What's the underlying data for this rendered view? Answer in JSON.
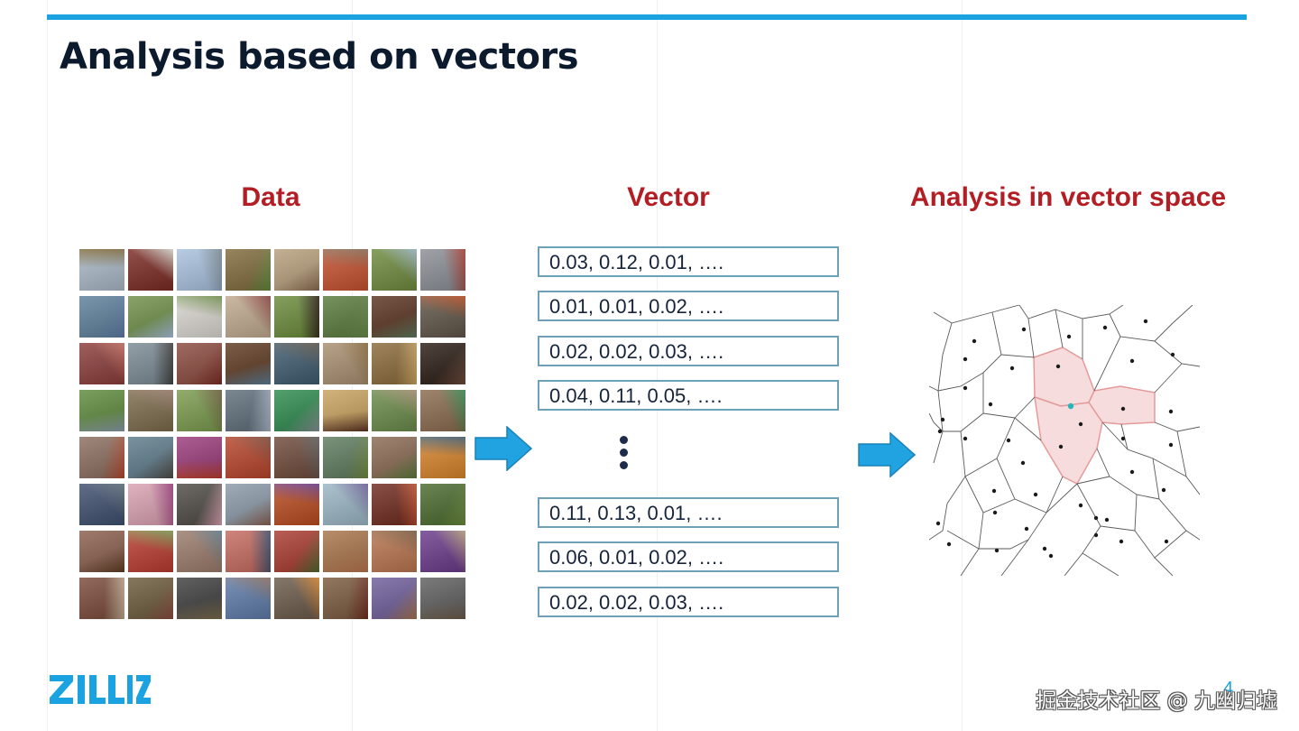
{
  "slide": {
    "title": "Analysis based on vectors",
    "page_number": "4",
    "watermark": "掘金技术社区 @ 九幽归墟",
    "logo_text": "ZILLIZ"
  },
  "columns": {
    "data_heading": "Data",
    "vector_heading": "Vector",
    "analysis_heading": "Analysis in vector space"
  },
  "vectors_top": [
    "0.03, 0.12, 0.01, ….",
    "0.01, 0.01, 0.02, ….",
    "0.02, 0.02, 0.03, ….",
    "0.04, 0.11, 0.05, …."
  ],
  "vectors_bottom": [
    "0.11, 0.13, 0.01, ….",
    "0.06, 0.01, 0.02, ….",
    "0.02, 0.02, 0.03, …."
  ],
  "colors": {
    "accent_bar": "#1aa3e0",
    "heading_red": "#b21e23",
    "vector_border": "#6ea1b8",
    "arrow_blue": "#21a3e2",
    "highlight_cell": "#f6dcdc",
    "highlight_stroke": "#e59a9a",
    "query_point": "#25b6b8"
  },
  "icons": {
    "arrow": "right-arrow-icon",
    "ellipsis": "vertical-ellipsis-icon"
  },
  "image_tiles": [
    "#a8b7c6",
    "#7a2a22",
    "#a8c1de",
    "#7f6a3b",
    "#b69f7c",
    "#c44f2d",
    "#6e8a3e",
    "#8a8f96",
    "#5b7f9a",
    "#6f8f4a",
    "#d9d6cf",
    "#bfa98e",
    "#6a8a3a",
    "#5a7a3c",
    "#5a3320",
    "#5f5548",
    "#8a3c3a",
    "#7a8a94",
    "#8a4a3e",
    "#5e3a22",
    "#3e5a6e",
    "#a88f70",
    "#8a6a3a",
    "#2a1c14",
    "#5e8a3c",
    "#7a6a4a",
    "#7a9a4e",
    "#5e6e7a",
    "#2e8a4e",
    "#c7a25e",
    "#6a8a4a",
    "#8a6a4e",
    "#8a6e5e",
    "#5e7a8a",
    "#9a3a7a",
    "#b6442a",
    "#6e4a3a",
    "#5e7a5e",
    "#8a6a52",
    "#d7832a",
    "#3e4e6e",
    "#d9a0b0",
    "#4e4a44",
    "#8a9aa8",
    "#b84a1e",
    "#9ab6c4",
    "#6e2a1e",
    "#4a6a2e",
    "#8a5e4e",
    "#b83a2e",
    "#9a7a6a",
    "#c46a5e",
    "#a83a2e",
    "#a8744a",
    "#b8744e",
    "#6a3a8a",
    "#7a4a3a",
    "#6a5a3a",
    "#3e3e3e",
    "#5e7aa8",
    "#6a5a4a",
    "#7a5a3e",
    "#6e5e9a",
    "#5e5e5e"
  ]
}
